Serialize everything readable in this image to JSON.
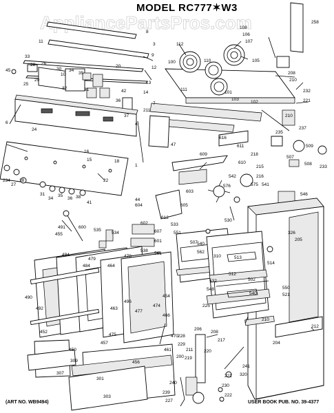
{
  "header": {
    "title": "MODEL RC777✶W3",
    "watermark": "AppliancePartsPros.com"
  },
  "footer": {
    "left": "(ART NO. WB9494)",
    "right": "USER BOOK PUB. NO. 39-4377"
  },
  "part_labels": [
    "258",
    "8",
    "3",
    "108",
    "106",
    "107",
    "112",
    "11",
    "9",
    "12",
    "45",
    "100",
    "110",
    "105",
    "33",
    "28",
    "26",
    "30",
    "34",
    "35",
    "25",
    "29",
    "32",
    "20",
    "31",
    "10",
    "13",
    "14",
    "7",
    "111",
    "101",
    "102",
    "103",
    "42",
    "37",
    "36",
    "210",
    "208",
    "232",
    "6",
    "24",
    "211",
    "221",
    "237",
    "4",
    "210",
    "235",
    "47",
    "509",
    "507",
    "508",
    "233",
    "16",
    "15",
    "1",
    "609",
    "616",
    "611",
    "218",
    "215",
    "18",
    "216",
    "610",
    "22",
    "542",
    "575",
    "541",
    "576",
    "546",
    "234",
    "27",
    "28",
    "31",
    "34",
    "35",
    "36",
    "38",
    "41",
    "44",
    "604",
    "605",
    "612",
    "603",
    "607",
    "601",
    "602",
    "600",
    "535",
    "534",
    "533",
    "530",
    "551",
    "540",
    "562",
    "561",
    "538",
    "478",
    "479",
    "484",
    "464",
    "455",
    "491",
    "494",
    "490",
    "492",
    "452",
    "496",
    "463",
    "454",
    "470",
    "477",
    "461",
    "474",
    "466",
    "475",
    "457",
    "456",
    "450",
    "309",
    "301",
    "303",
    "307",
    "310",
    "513",
    "512",
    "502",
    "532",
    "548",
    "514",
    "507",
    "540",
    "225",
    "550",
    "521",
    "212",
    "210",
    "200",
    "206",
    "208",
    "217",
    "228",
    "229",
    "211",
    "219",
    "220",
    "227",
    "221",
    "230",
    "222",
    "239",
    "240",
    "241",
    "320",
    "326",
    "205",
    "204",
    "502",
    "501",
    "230"
  ],
  "icons": {
    "snowflake": "asterisk-icon"
  }
}
